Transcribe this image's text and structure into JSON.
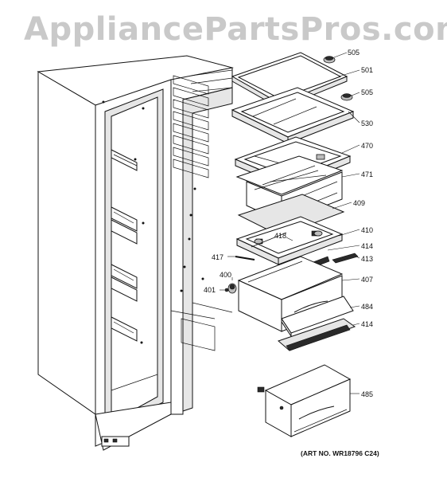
{
  "watermark": "AppliancePartsPros.com",
  "art_number": "(ART NO. WR18796 C24)",
  "callouts": {
    "c505a": "505",
    "c501": "501",
    "c505b": "505",
    "c530": "530",
    "c470": "470",
    "c471": "471",
    "c409": "409",
    "c418": "418",
    "c410": "410",
    "c414a": "414",
    "c417": "417",
    "c413": "413",
    "c400": "400",
    "c401": "401",
    "c407": "407",
    "c484": "484",
    "c414b": "414",
    "c485": "485"
  }
}
